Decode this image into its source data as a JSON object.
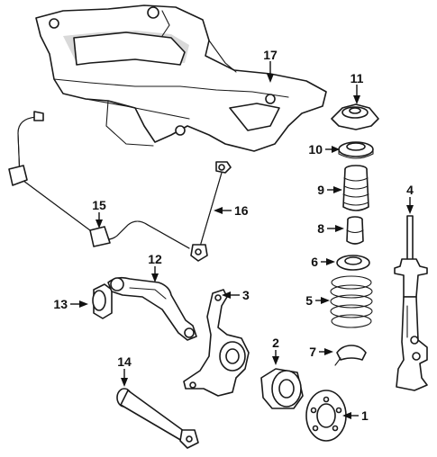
{
  "callouts": {
    "c1": "1",
    "c2": "2",
    "c3": "3",
    "c4": "4",
    "c5": "5",
    "c6": "6",
    "c7": "7",
    "c8": "8",
    "c9": "9",
    "c10": "10",
    "c11": "11",
    "c12": "12",
    "c13": "13",
    "c14": "14",
    "c15": "15",
    "c16": "16",
    "c17": "17"
  },
  "colors": {
    "line": "#1a1a1a",
    "fill": "#ffffff",
    "shade": "#d9d9d9"
  }
}
